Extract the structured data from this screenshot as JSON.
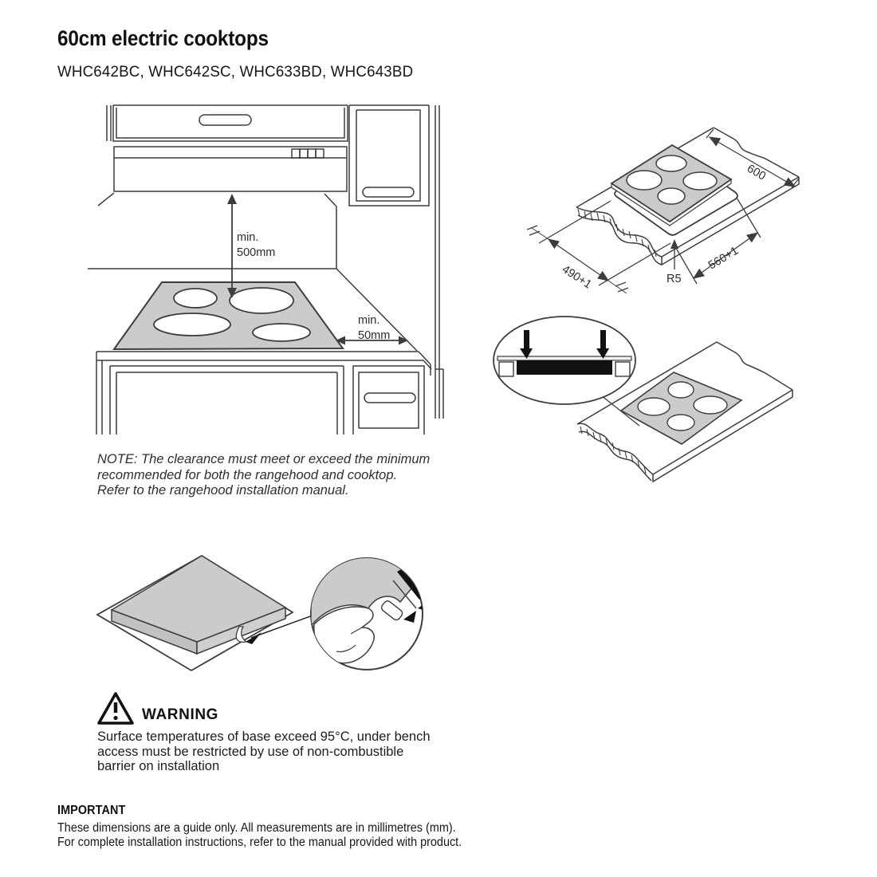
{
  "header": {
    "title": "60cm electric cooktops",
    "models": "WHC642BC, WHC642SC, WHC633BD, WHC643BD"
  },
  "clearance_diagram": {
    "min_label": "min.",
    "height_value": "500mm",
    "side_min_label": "min.",
    "side_value": "50mm"
  },
  "cutout_diagram": {
    "bench_depth": "600",
    "cutout_width": "560+1",
    "cutout_depth": "490+1",
    "corner_radius": "R5"
  },
  "note": {
    "line1": "NOTE: The clearance must meet or exceed the minimum",
    "line2": "recommended for both the rangehood and cooktop.",
    "line3": "Refer to the rangehood installation manual."
  },
  "warning": {
    "title": "WARNING",
    "line1": "Surface temperatures of base exceed 95°C, under bench",
    "line2": "access must be restricted by use of non-combustible",
    "line3": "barrier on installation"
  },
  "important": {
    "title": "IMPORTANT",
    "line1": "These dimensions are a guide only. All measurements are in millimetres (mm).",
    "line2": "For complete installation instructions, refer to the manual provided with product."
  },
  "colors": {
    "line": "#3d3d3d",
    "fill_gray": "#cbcbcb",
    "black": "#111111"
  }
}
